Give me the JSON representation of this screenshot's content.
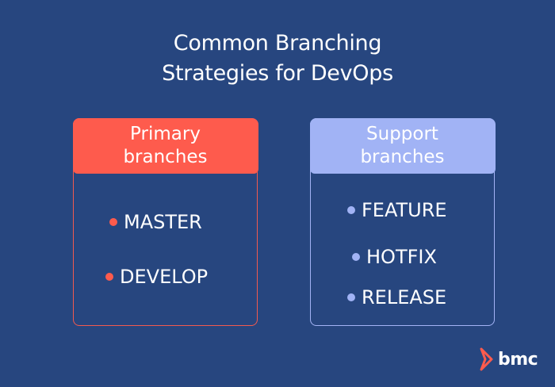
{
  "title": {
    "line1": "Common Branching",
    "line2": "Strategies for DevOps"
  },
  "cards": [
    {
      "header_line1": "Primary",
      "header_line2": "branches",
      "accent": "#fe5b4d",
      "items": [
        "MASTER",
        "DEVELOP"
      ]
    },
    {
      "header_line1": "Support",
      "header_line2": "branches",
      "accent": "#a1b3f5",
      "items": [
        "FEATURE",
        "HOTFIX",
        "RELEASE"
      ]
    }
  ],
  "logo": {
    "icon": "bmc-chevron-logo-icon",
    "text": "bmc"
  },
  "colors": {
    "background": "#27467f",
    "primary": "#fe5b4d",
    "support": "#a1b3f5",
    "text": "#ffffff"
  }
}
